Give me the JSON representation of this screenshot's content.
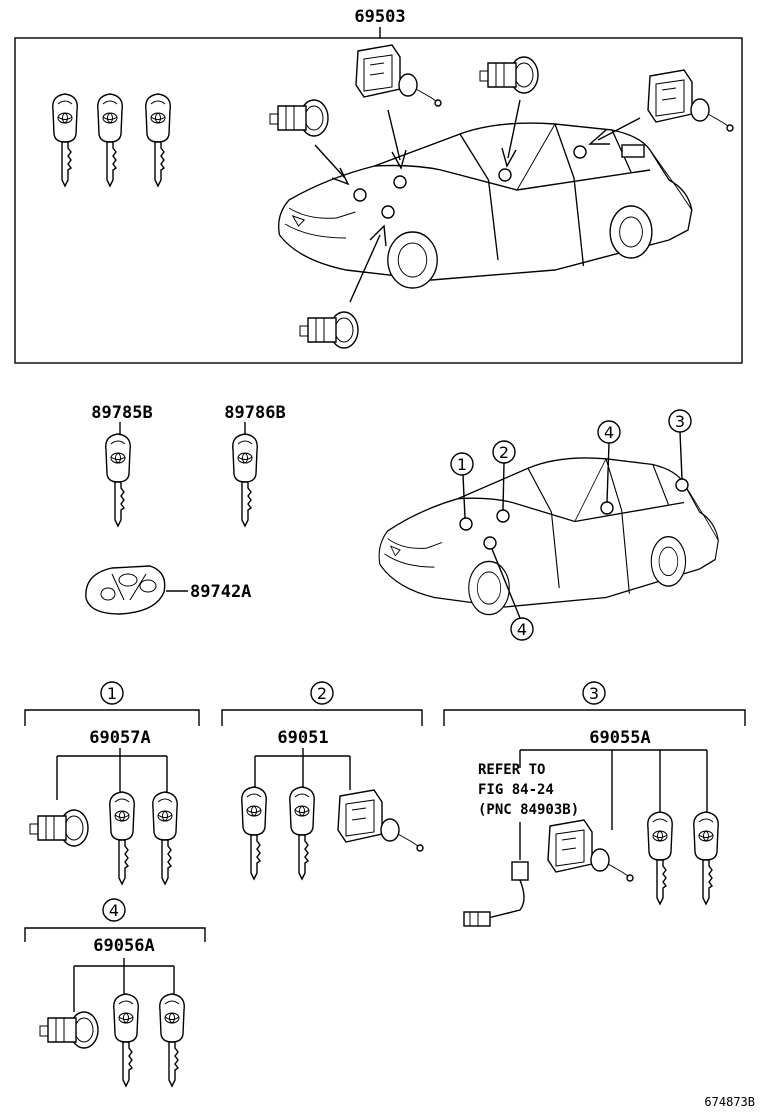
{
  "kit": {
    "part_number": "69503"
  },
  "keys": {
    "key_a": "89785B",
    "key_b": "89786B",
    "remote": "89742A"
  },
  "callouts": {
    "c1": "1",
    "c2": "2",
    "c3": "3",
    "c4": "4",
    "c4b": "4"
  },
  "sets": [
    {
      "index": "1",
      "part_number": "69057A"
    },
    {
      "index": "2",
      "part_number": "69051"
    },
    {
      "index": "3",
      "part_number": "69055A"
    },
    {
      "index": "4",
      "part_number": "69056A"
    }
  ],
  "reference_note": {
    "line1": "REFER TO",
    "line2": "FIG 84-24",
    "line3": "(PNC 84903B)"
  },
  "illustration_code": "674873B"
}
